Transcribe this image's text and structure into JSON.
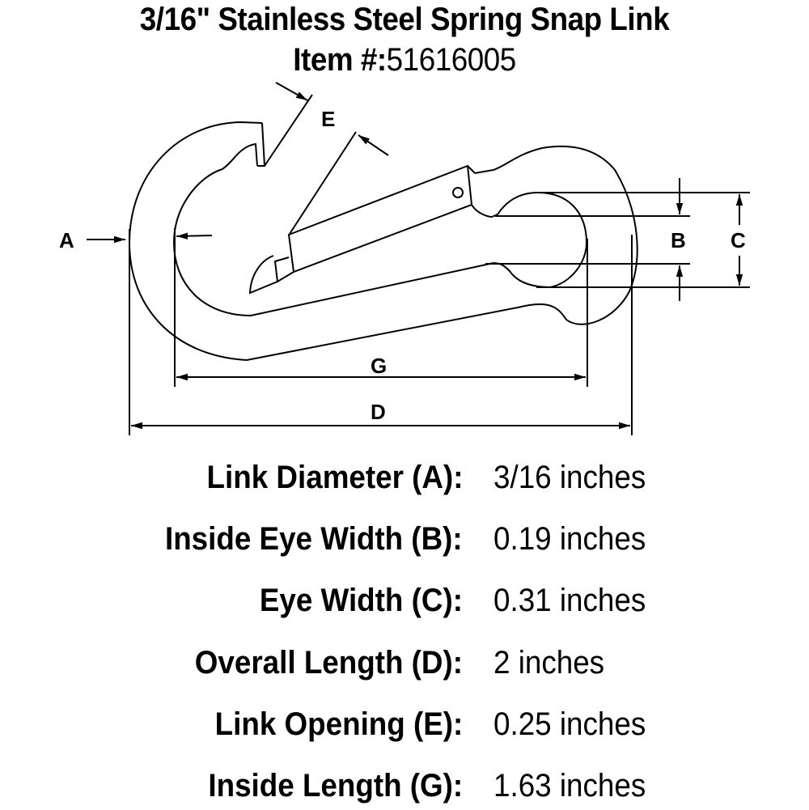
{
  "title": {
    "line1": "3/16\" Stainless Steel Spring Snap Link",
    "item_prefix": "Item #:",
    "item_number": "51616005"
  },
  "diagram": {
    "labels": {
      "A": "A",
      "B": "B",
      "C": "C",
      "D": "D",
      "E": "E",
      "G": "G"
    }
  },
  "specs": [
    {
      "label": "Link Diameter (A):",
      "value": "3/16 inches"
    },
    {
      "label": "Inside Eye Width (B):",
      "value": "0.19 inches"
    },
    {
      "label": "Eye Width (C):",
      "value": "0.31 inches"
    },
    {
      "label": "Overall Length (D):",
      "value": "2 inches"
    },
    {
      "label": "Link Opening (E):",
      "value": "0.25 inches"
    },
    {
      "label": "Inside Length (G):",
      "value": "1.63 inches"
    }
  ]
}
